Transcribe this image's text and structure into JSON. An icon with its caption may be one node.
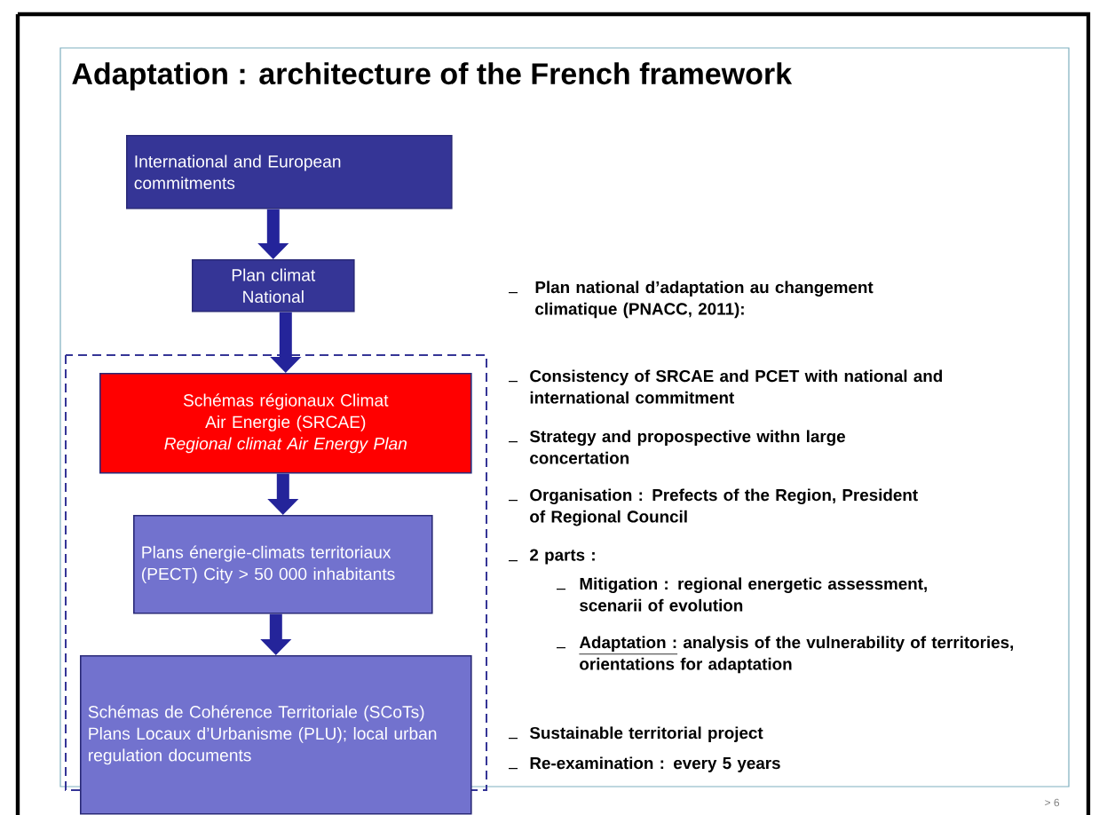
{
  "diagram": {
    "title": "Adaptation : architecture of the French framework",
    "nodes": [
      {
        "text": [
          "International and European commitments"
        ]
      },
      {
        "text": [
          "Plan climat National"
        ]
      },
      {
        "text": [
          "Schémas régionaux Climat Air Energie (SRCAE)",
          "Regional climat  Air Energy Plan"
        ]
      },
      {
        "text": [
          "Plans énergie-climats territoriaux (PECT) City > 50 000 inhabitants"
        ]
      },
      {
        "text": [
          "Schémas de Cohérence Territoriale (SCoTs)",
          "Plans Locaux d’Urbanisme (PLU); local urban regulation documents"
        ]
      }
    ],
    "edges": [
      {
        "from": 0,
        "to": 1,
        "arrow": "to"
      },
      {
        "from": 1,
        "to": 2,
        "arrow": "to"
      },
      {
        "from": 2,
        "to": 3,
        "arrow": "to"
      },
      {
        "from": 3,
        "to": 4,
        "arrow": "to"
      }
    ],
    "labels": [
      "Plan national d’adaptation au changement climatique (PNACC, 2011):",
      "Consistency of  SRCAE and PCET with national and international commitment",
      "Strategy and propospective withn large concertation",
      "Organisation : Prefects of the Region, President of Regional Council",
      "2 parts :",
      "Mitigation : regional energetic assessment, scenarii of evolution",
      "Adaptation :",
      "analysis of the vulnerability of territories,  orientations for adaptation",
      "Sustainable territorial project",
      "Re-examination : every 5 years",
      "> 6"
    ]
  }
}
